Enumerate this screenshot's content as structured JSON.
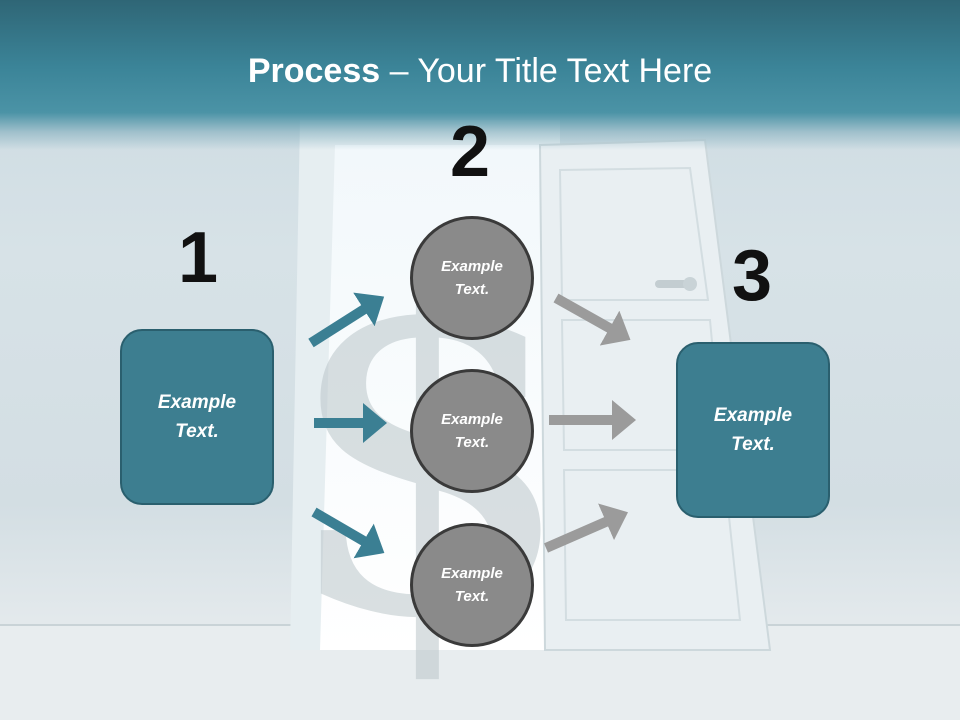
{
  "title": {
    "bold": "Process",
    "rest": " – Your Title Text Here"
  },
  "steps": [
    {
      "number": "1",
      "text": "Example Text."
    },
    {
      "number": "2"
    },
    {
      "number": "3",
      "text": "Example Text."
    }
  ],
  "circles": [
    {
      "text": "Example Text."
    },
    {
      "text": "Example Text."
    },
    {
      "text": "Example Text."
    }
  ],
  "colors": {
    "teal": "#3d7e90",
    "grey": "#8a8a8a",
    "arrow_teal": "#3b7f93",
    "arrow_grey": "#9b9b9b"
  }
}
